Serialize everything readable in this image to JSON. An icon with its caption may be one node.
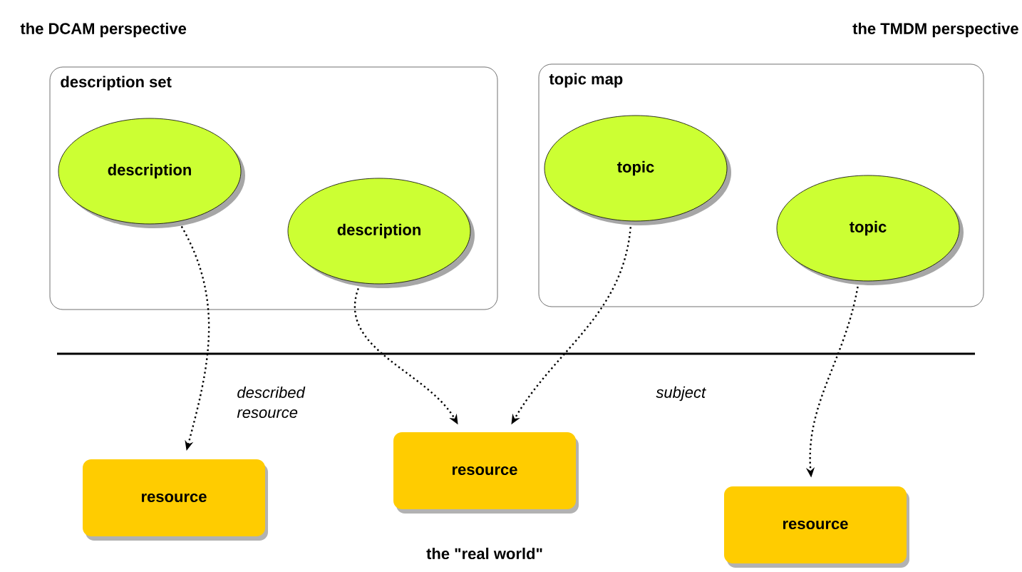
{
  "diagram": {
    "nodes": [
      {
        "text": [
          "description set"
        ]
      },
      {
        "text": [
          "description"
        ],
        "in": 0
      },
      {
        "text": [
          "description"
        ],
        "in": 0
      },
      {
        "text": [
          "topic map"
        ]
      },
      {
        "text": [
          "topic"
        ],
        "in": 3
      },
      {
        "text": [
          "topic"
        ],
        "in": 3
      },
      {
        "text": [
          "resource"
        ]
      },
      {
        "text": [
          "resource"
        ]
      },
      {
        "text": [
          "resource"
        ]
      }
    ],
    "edges": [
      {
        "from": 1,
        "to": 6,
        "arrow": "to"
      },
      {
        "from": 2,
        "to": 7,
        "arrow": "to"
      },
      {
        "from": 4,
        "to": 7,
        "arrow": "to"
      },
      {
        "from": 5,
        "to": 8,
        "arrow": "to"
      }
    ],
    "labels": [
      "the DCAM perspective",
      "the TMDM perspective",
      "described resource",
      "subject",
      "the \"real world\""
    ]
  }
}
